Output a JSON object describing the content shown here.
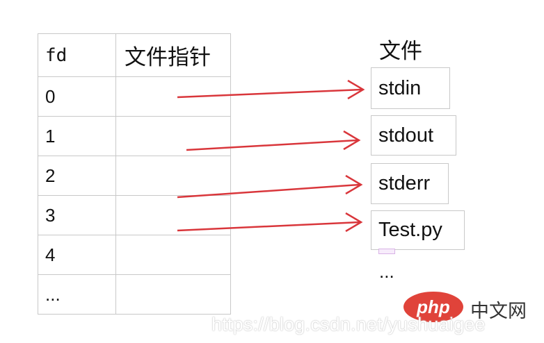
{
  "table": {
    "header": {
      "fd": "fd",
      "pointer": "文件指针"
    },
    "rows": [
      {
        "fd": "0",
        "pointer": ""
      },
      {
        "fd": "1",
        "pointer": ""
      },
      {
        "fd": "2",
        "pointer": ""
      },
      {
        "fd": "3",
        "pointer": ""
      },
      {
        "fd": "4",
        "pointer": ""
      },
      {
        "fd": "...",
        "pointer": ""
      }
    ]
  },
  "files": {
    "title": "文件",
    "items": [
      "stdin",
      "stdout",
      "stderr",
      "Test.py"
    ],
    "more": "..."
  },
  "arrows": [
    {
      "from": "0",
      "to": "stdin"
    },
    {
      "from": "1",
      "to": "stdout"
    },
    {
      "from": "2",
      "to": "stderr"
    },
    {
      "from": "3",
      "to": "Test.py"
    }
  ],
  "colors": {
    "arrow": "#d9363b",
    "border": "#c8c8c8"
  },
  "watermark": {
    "logo_text": "php",
    "logo_suffix": "中文网",
    "url": "https://blog.csdn.net/yushuaigee"
  }
}
